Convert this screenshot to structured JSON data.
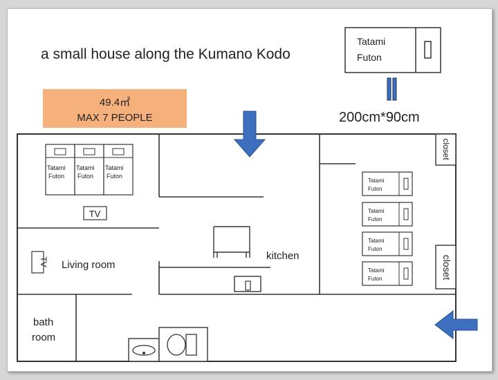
{
  "title": "a small house along the Kumano Kodo",
  "area": "49.4㎡",
  "capacity": "MAX 7 PEOPLE",
  "futon_line1": "Tatami",
  "futon_line2": "Futon",
  "futon_size": "200cm*90cm",
  "rooms": {
    "living_room": "Living room",
    "kitchen": "kitchen",
    "bath_line1": "bath",
    "bath_line2": "room",
    "closet": "closet",
    "tv": "TV"
  },
  "colors": {
    "arrow": "#3c6fc0",
    "area_box": "#f6b07c",
    "wall": "#333333"
  }
}
